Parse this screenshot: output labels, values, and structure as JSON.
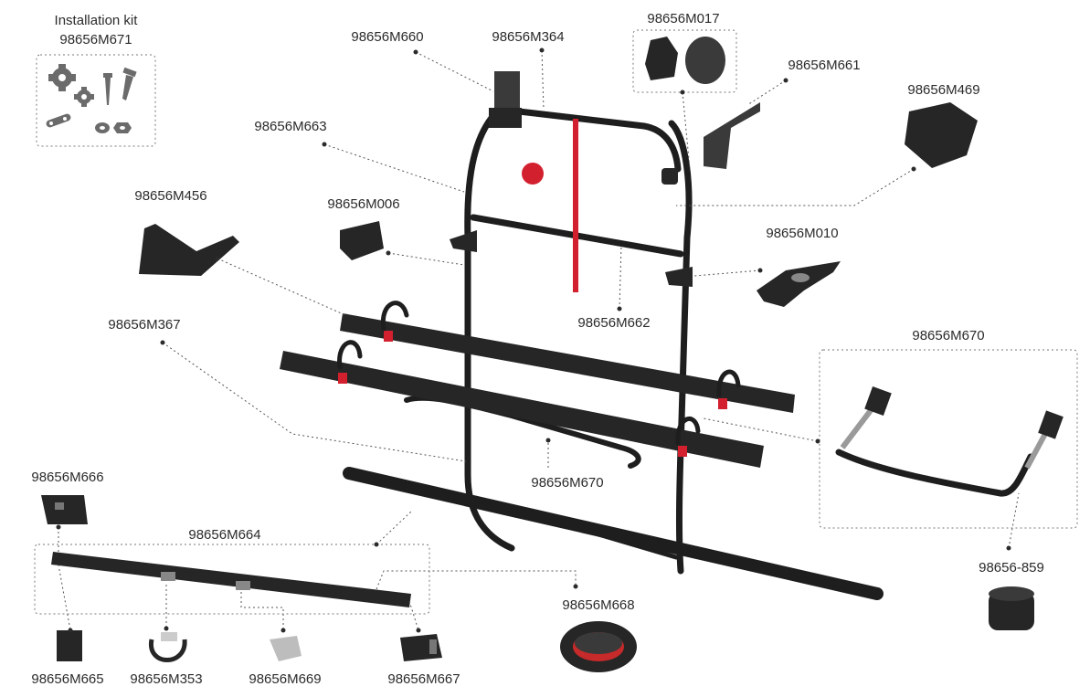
{
  "installation_kit": {
    "title": "Installation kit",
    "code": "98656M671"
  },
  "labels": {
    "m660": "98656M660",
    "m364": "98656M364",
    "m017": "98656M017",
    "m661": "98656M661",
    "m469": "98656M469",
    "m663": "98656M663",
    "m456": "98656M456",
    "m006": "98656M006",
    "m010": "98656M010",
    "m367": "98656M367",
    "m662": "98656M662",
    "m670_right": "98656M670",
    "m670_center": "98656M670",
    "m666": "98656M666",
    "m664": "98656M664",
    "m665": "98656M665",
    "m353": "98656M353",
    "m669": "98656M669",
    "m667": "98656M667",
    "m668": "98656M668",
    "p859": "98656-859"
  },
  "colors": {
    "accent_red": "#d3202f",
    "part_dark": "#262626",
    "leader": "#555555"
  }
}
